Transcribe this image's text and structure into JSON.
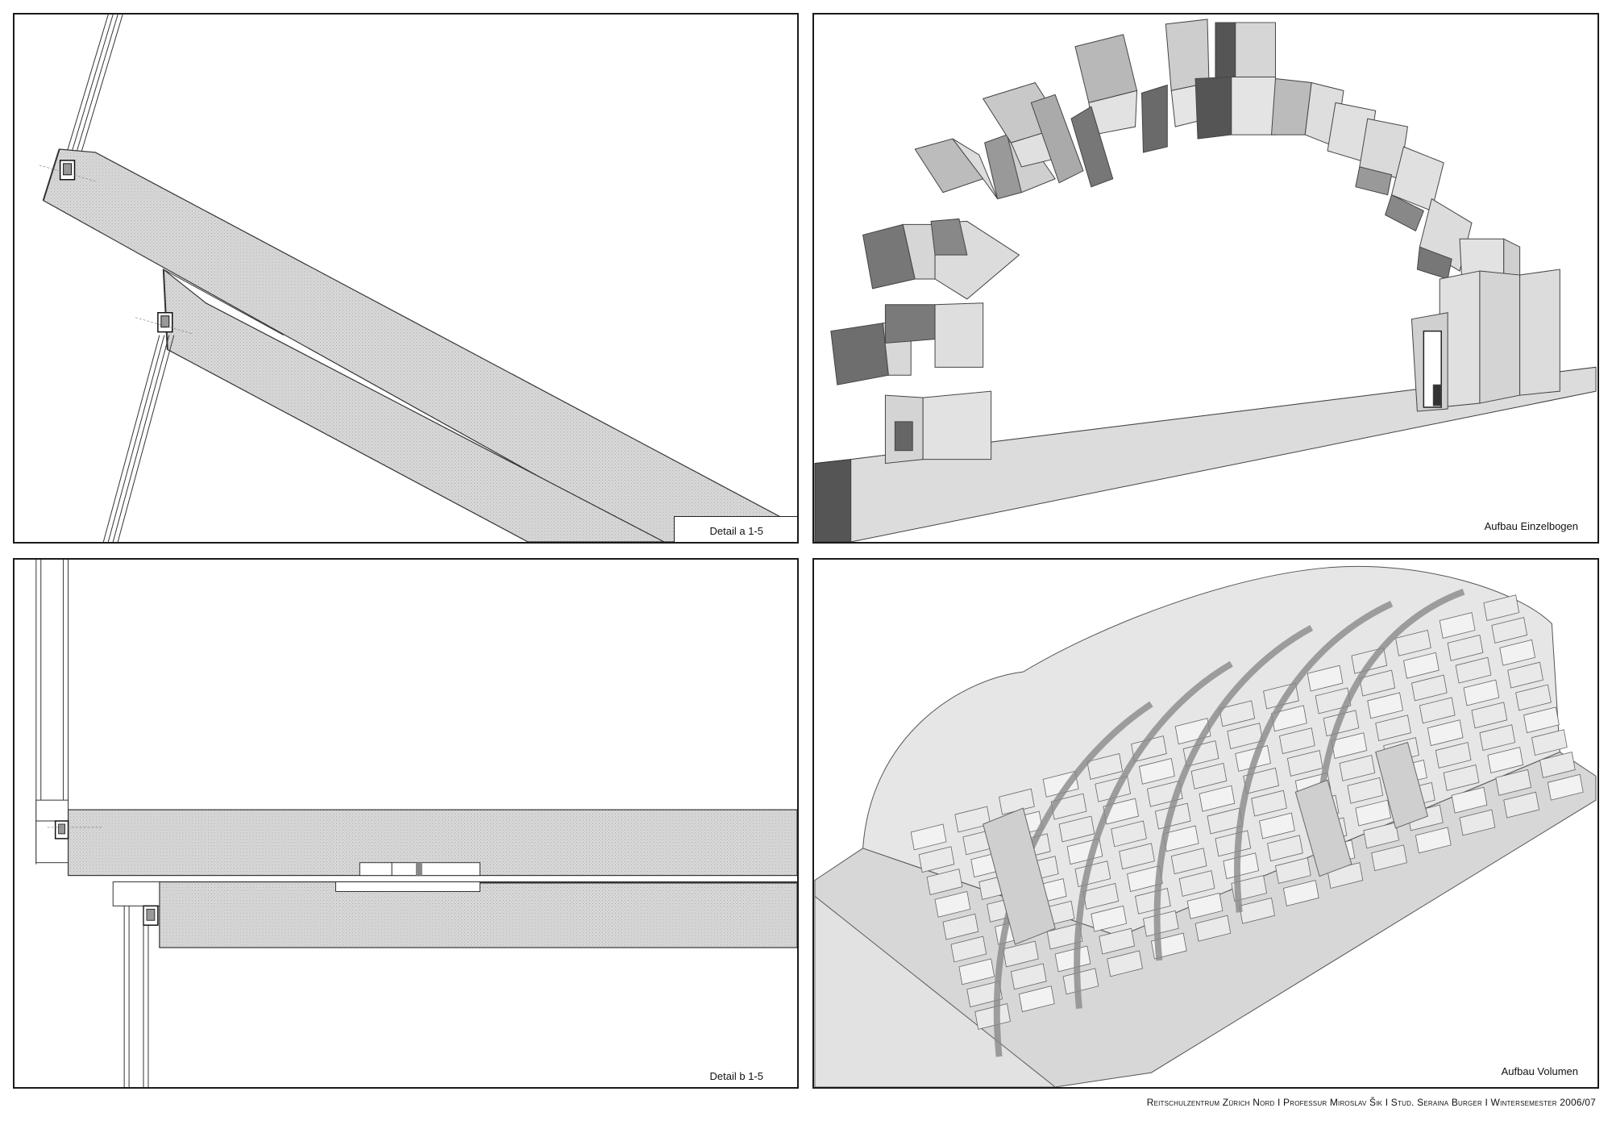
{
  "panels": [
    {
      "id": "detail-a",
      "caption": "Detail a 1-5"
    },
    {
      "id": "aufbau-einzelbogen",
      "caption": "Aufbau Einzelbogen"
    },
    {
      "id": "detail-b",
      "caption": "Detail b 1-5"
    },
    {
      "id": "aufbau-volumen",
      "caption": "Aufbau Volumen"
    }
  ],
  "footer": {
    "text": "Reitschulzentrum Zürich Nord I Professur Miroslav Šik I Stud. Seraina Burger I Wintersemester 2006/07"
  }
}
